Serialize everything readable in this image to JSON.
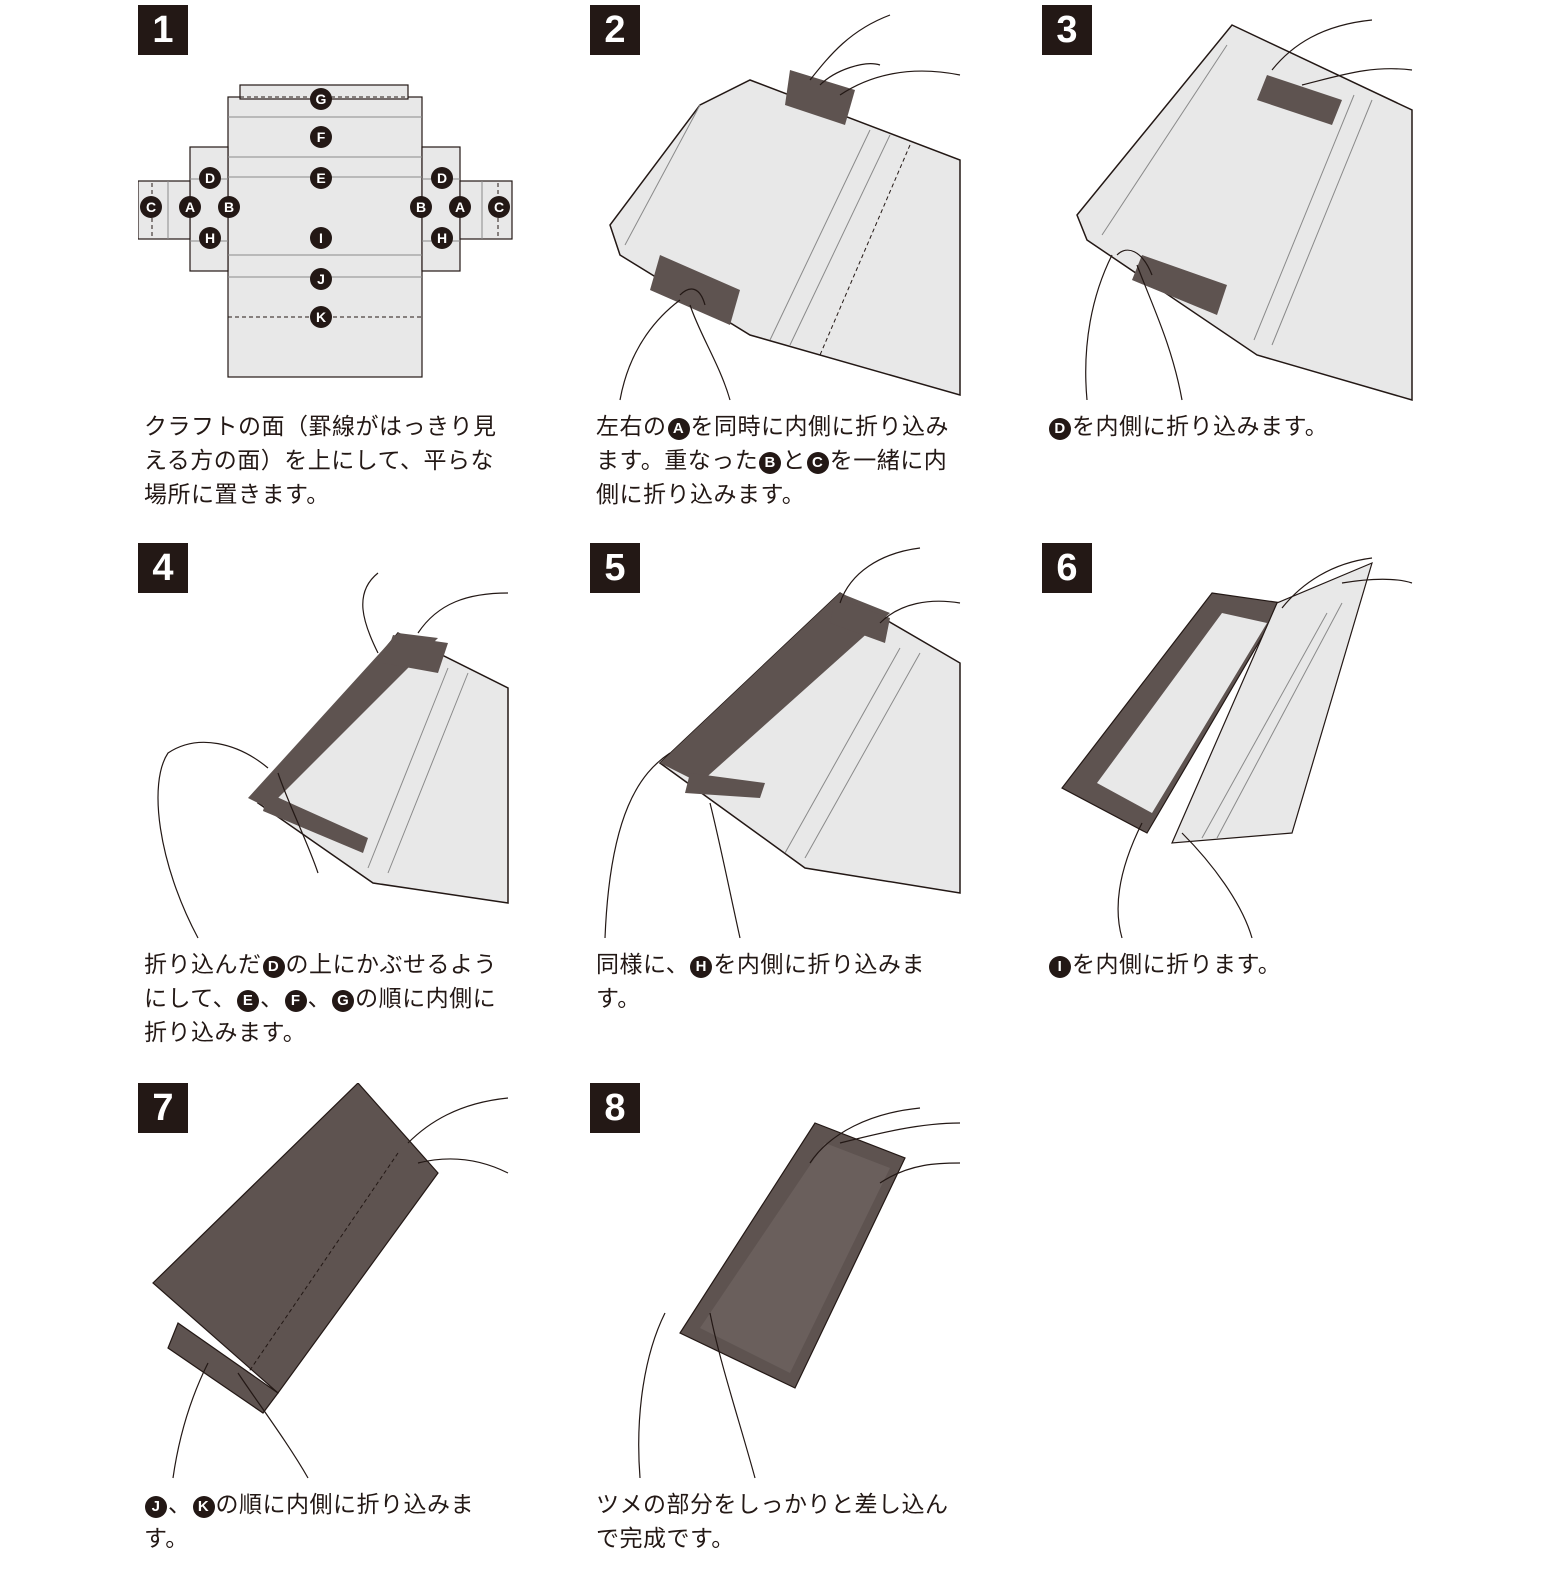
{
  "colors": {
    "ink": "#231815",
    "board": "#e8e8e8",
    "kraft": "#5e5350",
    "paper": "#ffffff"
  },
  "steps": [
    {
      "num": "1",
      "caption": [
        "クラフトの面（罫線がはっきり見える方の面）を上にして、平らな場所に置きます。"
      ],
      "diagram_labels": {
        "g": "G",
        "f": "F",
        "e": "E",
        "d": "D",
        "c": "C",
        "a": "A",
        "b": "B",
        "h": "H",
        "i": "I",
        "j": "J",
        "k": "K"
      }
    },
    {
      "num": "2",
      "caption": [
        "左右の",
        "A",
        "を同時に内側に折り込みます。重なった",
        "B",
        "と",
        "C",
        "を一緒に内側に折り込みます。"
      ]
    },
    {
      "num": "3",
      "caption": [
        "D",
        "を内側に折り込みます。"
      ]
    },
    {
      "num": "4",
      "caption": [
        "折り込んだ",
        "D",
        "の上にかぶせるようにして、",
        "E",
        "、",
        "F",
        "、",
        "G",
        "の順に内側に折り込みます。"
      ]
    },
    {
      "num": "5",
      "caption": [
        "同様に、",
        "H",
        "を内側に折り込みます。"
      ]
    },
    {
      "num": "6",
      "caption": [
        "I",
        "を内側に折ります。"
      ]
    },
    {
      "num": "7",
      "caption": [
        "J",
        "、",
        "K",
        "の順に内側に折り込みます。"
      ]
    },
    {
      "num": "8",
      "caption": [
        "ツメの部分をしっかりと差し込んで完成です。"
      ]
    }
  ]
}
